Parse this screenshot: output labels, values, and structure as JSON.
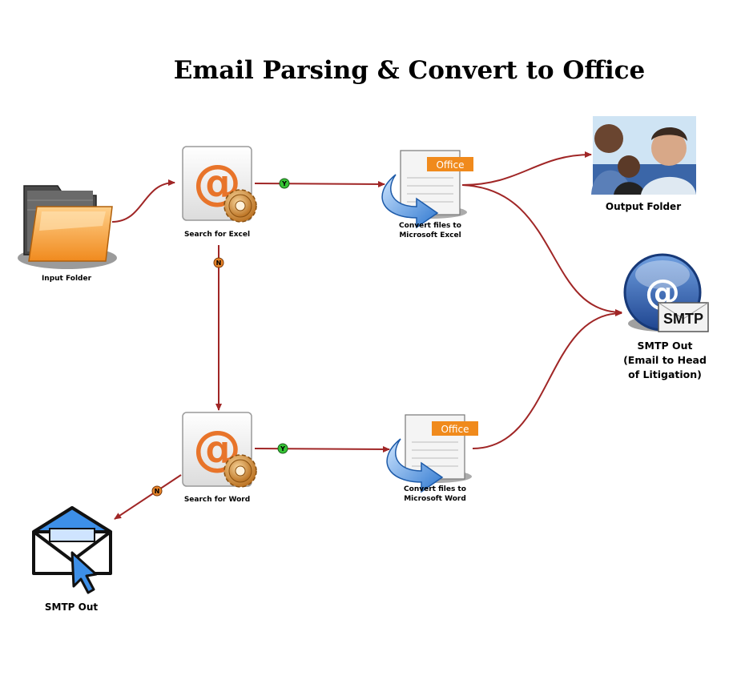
{
  "title": "Email Parsing & Convert to Office",
  "nodes": {
    "input_folder": {
      "label": "Input Folder"
    },
    "search_excel": {
      "label": "Search for Excel"
    },
    "convert_excel": {
      "label_line1": "Convert files to",
      "label_line2": "Microsoft Excel",
      "badge": "Office"
    },
    "output_folder": {
      "label": "Output Folder"
    },
    "smtp_out_right": {
      "label_line1": "SMTP Out",
      "label_line2": "(Email to Head",
      "label_line3": "of Litigation)",
      "badge": "SMTP"
    },
    "search_word": {
      "label": "Search for Word"
    },
    "convert_word": {
      "label_line1": "Convert files to",
      "label_line2": "Microsoft Word",
      "badge": "Office"
    },
    "smtp_out_left": {
      "label": "SMTP Out"
    }
  },
  "edge_markers": {
    "yes": "Y",
    "no": "N"
  },
  "colors": {
    "connector": "#a02626",
    "yes_marker": "#35c435",
    "no_marker": "#e8842a",
    "folder": "#f6a23c",
    "gear": "#d98a2e",
    "at_sign": "#e8742a",
    "office_badge": "#f08a1c",
    "envelope": "#3d8fe8",
    "smtp_globe": "#2d5aa8"
  },
  "icons": {
    "input_folder": "folder-icon",
    "search": "email-gear-icon",
    "convert": "office-convert-icon",
    "output_folder": "people-photo-icon",
    "smtp_right": "smtp-globe-icon",
    "smtp_left": "envelope-cursor-icon"
  }
}
